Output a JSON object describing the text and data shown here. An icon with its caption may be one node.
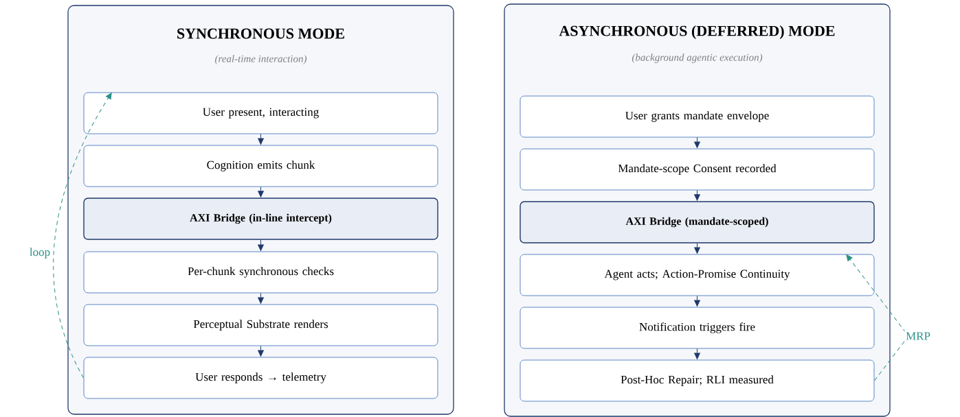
{
  "diagram": {
    "nodes": [
      {
        "text": [
          "SYNCHRONOUS MODE",
          "(real-time interaction)"
        ]
      },
      {
        "text": [
          "User present, interacting"
        ],
        "in": 0
      },
      {
        "text": [
          "Cognition emits chunk"
        ],
        "in": 0
      },
      {
        "text": [
          "AXI Bridge (in-line intercept)"
        ],
        "in": 0
      },
      {
        "text": [
          "Per-chunk synchronous checks"
        ],
        "in": 0
      },
      {
        "text": [
          "Perceptual Substrate renders"
        ],
        "in": 0
      },
      {
        "text": [
          "User responds → telemetry"
        ],
        "in": 0
      },
      {
        "text": [
          "ASYNCHRONOUS (DEFERRED) MODE",
          "(background agentic execution)"
        ]
      },
      {
        "text": [
          "User grants mandate envelope"
        ],
        "in": 7
      },
      {
        "text": [
          "Mandate-scope Consent recorded"
        ],
        "in": 7
      },
      {
        "text": [
          "AXI Bridge (mandate-scoped)"
        ],
        "in": 7
      },
      {
        "text": [
          "Agent acts; Action-Promise Continuity"
        ],
        "in": 7
      },
      {
        "text": [
          "Notification triggers fire"
        ],
        "in": 7
      },
      {
        "text": [
          "Post-Hoc Repair; RLI measured"
        ],
        "in": 7
      }
    ],
    "edges": [
      {
        "from": 1,
        "to": 2,
        "arrow": "to"
      },
      {
        "from": 2,
        "to": 3,
        "arrow": "to"
      },
      {
        "from": 3,
        "to": 4,
        "arrow": "to"
      },
      {
        "from": 4,
        "to": 5,
        "arrow": "to"
      },
      {
        "from": 5,
        "to": 6,
        "arrow": "to"
      },
      {
        "from": 6,
        "to": 1,
        "arrow": "to",
        "label": "loop",
        "style": "dashed",
        "color": "#2a9088"
      },
      {
        "from": 8,
        "to": 9,
        "arrow": "to"
      },
      {
        "from": 9,
        "to": 10,
        "arrow": "to"
      },
      {
        "from": 10,
        "to": 11,
        "arrow": "to"
      },
      {
        "from": 11,
        "to": 12,
        "arrow": "to"
      },
      {
        "from": 12,
        "to": 13,
        "arrow": "to"
      },
      {
        "from": 13,
        "to": 11,
        "arrow": "to",
        "label": "MRP",
        "style": "dashed",
        "color": "#2a9088"
      }
    ]
  }
}
